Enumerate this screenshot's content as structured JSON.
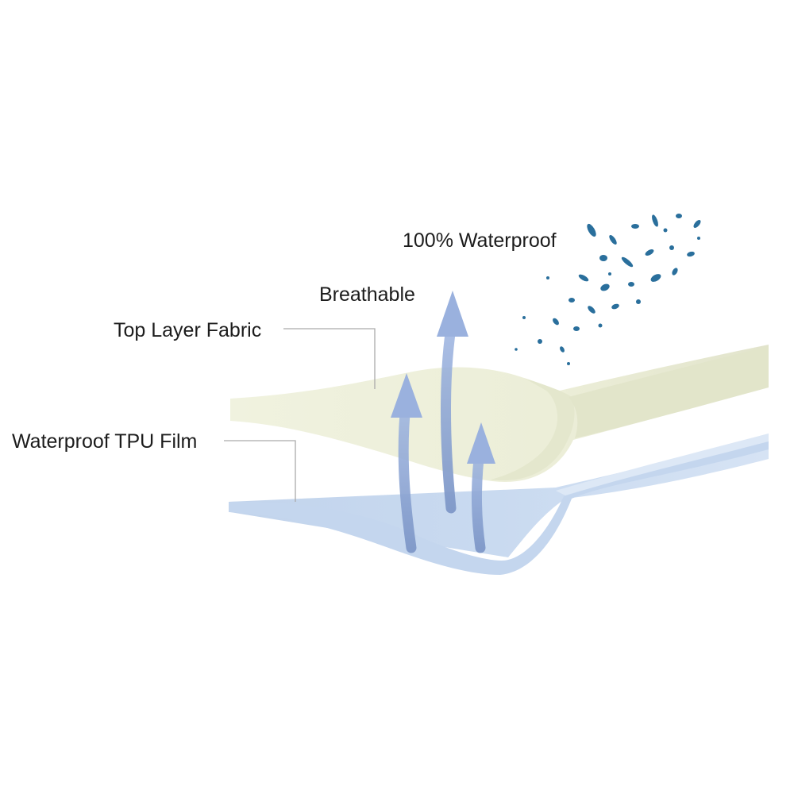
{
  "labels": {
    "waterproof": "100% Waterproof",
    "breathable": "Breathable",
    "top_layer": "Top Layer Fabric",
    "tpu_film": "Waterproof TPU Film"
  },
  "colors": {
    "top_layer_fill": "#eef0dc",
    "top_layer_edge": "#e1e4c9",
    "tpu_fill": "#c6d8ef",
    "tpu_edge": "#d9e6f6",
    "arrow": "#8ea6d6",
    "leader_line": "#aaaaaa",
    "water": "#2a6f9c"
  },
  "icons": {
    "water_splash": "water-splash-icon",
    "arrows": "upward-arrow-icon"
  }
}
